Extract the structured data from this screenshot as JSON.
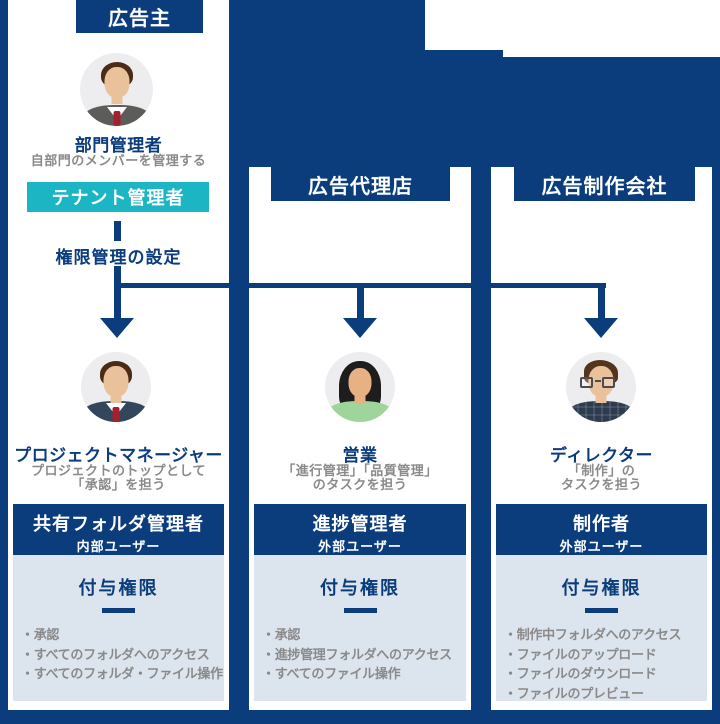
{
  "colors": {
    "navy": "#0b3d7d",
    "teal": "#1cb5c4",
    "panel_gray": "#dce4ed",
    "text_gray": "#8a8a8a",
    "white": "#ffffff"
  },
  "columns": [
    {
      "id": "advertiser",
      "header": "広告主",
      "top_person": {
        "avatar_icon": "department-manager-avatar",
        "name": "部門管理者",
        "description": "自部門のメンバーを管理する",
        "badge": "テナント管理者"
      },
      "connector_label": "権限管理の設定",
      "person": {
        "avatar_icon": "project-manager-avatar",
        "name": "プロジェクトマネージャー",
        "description_line1": "プロジェクトのトップとして",
        "description_line2": "「承認」を担う"
      },
      "role": {
        "title": "共有フォルダ管理者",
        "user_type": "内部ユーザー"
      },
      "permissions": {
        "heading": "付与権限",
        "items": [
          "・承認",
          "・すべてのフォルダへのアクセス",
          "・すべてのフォルダ・ファイル操作"
        ]
      }
    },
    {
      "id": "agency",
      "header": "広告代理店",
      "person": {
        "avatar_icon": "sales-woman-avatar",
        "name": "営業",
        "description_line1": "「進行管理」「品質管理」",
        "description_line2": "のタスクを担う"
      },
      "role": {
        "title": "進捗管理者",
        "user_type": "外部ユーザー"
      },
      "permissions": {
        "heading": "付与権限",
        "items": [
          "・承認",
          "・進捗管理フォルダへのアクセス",
          "・すべてのファイル操作"
        ]
      }
    },
    {
      "id": "production",
      "header": "広告制作会社",
      "person": {
        "avatar_icon": "director-avatar",
        "name": "ディレクター",
        "description_line1": "「制作」の",
        "description_line2": "タスクを担う"
      },
      "role": {
        "title": "制作者",
        "user_type": "外部ユーザー"
      },
      "permissions": {
        "heading": "付与権限",
        "items": [
          "・制作中フォルダへのアクセス",
          "・ファイルのアップロード",
          "・ファイルのダウンロード",
          "・ファイルのプレビュー"
        ]
      }
    }
  ]
}
